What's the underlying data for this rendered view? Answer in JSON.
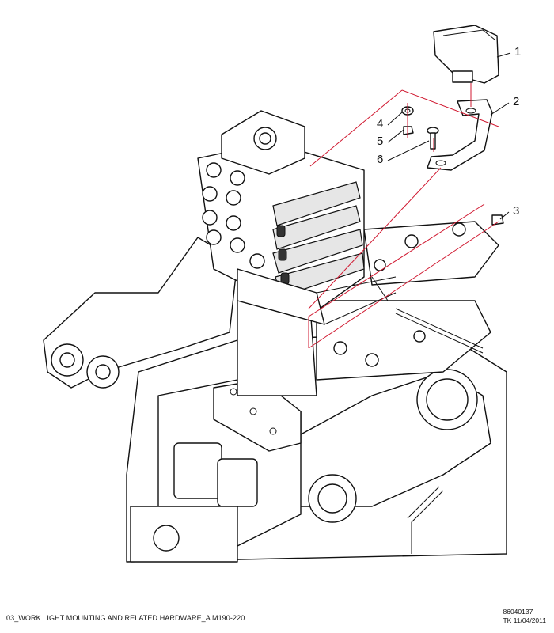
{
  "diagram": {
    "title": "03_WORK LIGHT MOUNTING AND RELATED HARDWARE_A M190-220",
    "reference_number": "86040137",
    "revision": "TK 11/04/2011",
    "callouts": [
      {
        "number": "1",
        "part": "work-light"
      },
      {
        "number": "2",
        "part": "mounting-bracket"
      },
      {
        "number": "3",
        "part": "nut"
      },
      {
        "number": "4",
        "part": "washer"
      },
      {
        "number": "5",
        "part": "nut"
      },
      {
        "number": "6",
        "part": "bolt"
      }
    ],
    "colors": {
      "line": "#111111",
      "leader": "#d01830"
    }
  }
}
